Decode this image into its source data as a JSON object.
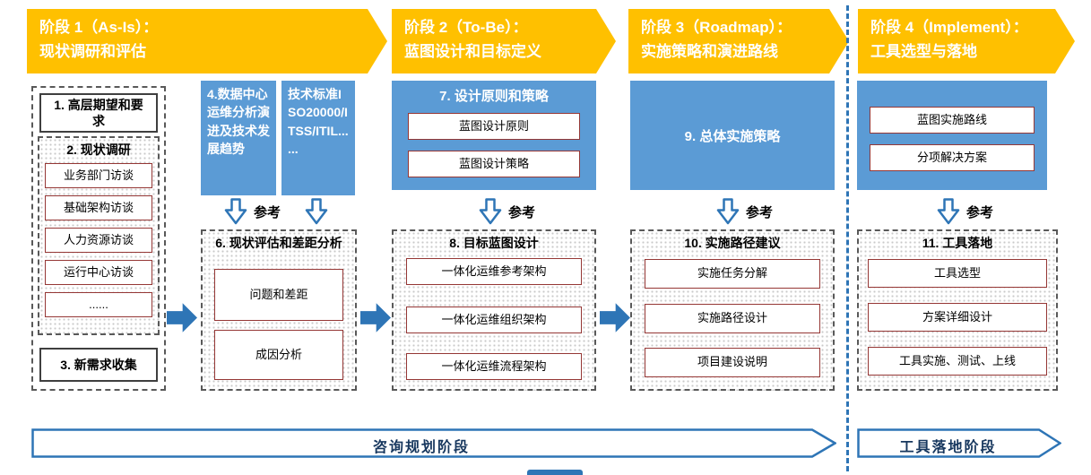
{
  "colors": {
    "banner_bg": "#FFC000",
    "blue_box_bg": "#5B9BD5",
    "flow_arrow_blue": "#2E75B6",
    "sub_box_border": "#953735"
  },
  "ref_label": "参考",
  "banners": [
    {
      "line1": "阶段 1（As-Is）：",
      "line2": "现状调研和评估"
    },
    {
      "line1": "阶段 2（To-Be）：",
      "line2": "蓝图设计和目标定义"
    },
    {
      "line1": "阶段 3（Roadmap）：",
      "line2": "实施策略和演进路线"
    },
    {
      "line1": "阶段 4（Implement）：",
      "line2": "工具选型与落地"
    }
  ],
  "col1": {
    "box1": "1. 高层期望和要求",
    "section2": {
      "title": "2. 现状调研",
      "items": [
        "业务部门访谈",
        "基础架构访谈",
        "人力资源访谈",
        "运行中心访谈",
        "......"
      ]
    },
    "box3": "3. 新需求收集"
  },
  "col2": {
    "ref_box_left": "4.数据中心运维分析演进及技术发展趋势",
    "ref_box_right": "技术标准ISO20000/ITSS/ITIL... ...",
    "gap_box": {
      "title": "6. 现状评估和差距分析",
      "items": [
        "问题和差距",
        "成因分析"
      ]
    }
  },
  "col3": {
    "top_box": {
      "title": "7. 设计原则和策略",
      "items": [
        "蓝图设计原则",
        "蓝图设计策略"
      ]
    },
    "bottom_box": {
      "title": "8. 目标蓝图设计",
      "items": [
        "一体化运维参考架构",
        "一体化运维组织架构",
        "一体化运维流程架构"
      ]
    }
  },
  "col4": {
    "top_box": {
      "title": "9. 总体实施策略"
    },
    "bottom_box": {
      "title": "10. 实施路径建议",
      "items": [
        "实施任务分解",
        "实施路径设计",
        "项目建设说明"
      ]
    }
  },
  "col5": {
    "top_box": {
      "items": [
        "蓝图实施路线",
        "分项解决方案"
      ]
    },
    "bottom_box": {
      "title": "11. 工具落地",
      "items": [
        "工具选型",
        "方案详细设计",
        "工具实施、测试、上线"
      ]
    }
  },
  "bottom": {
    "left_arrow": "咨询规划阶段",
    "right_arrow": "工具落地阶段"
  }
}
